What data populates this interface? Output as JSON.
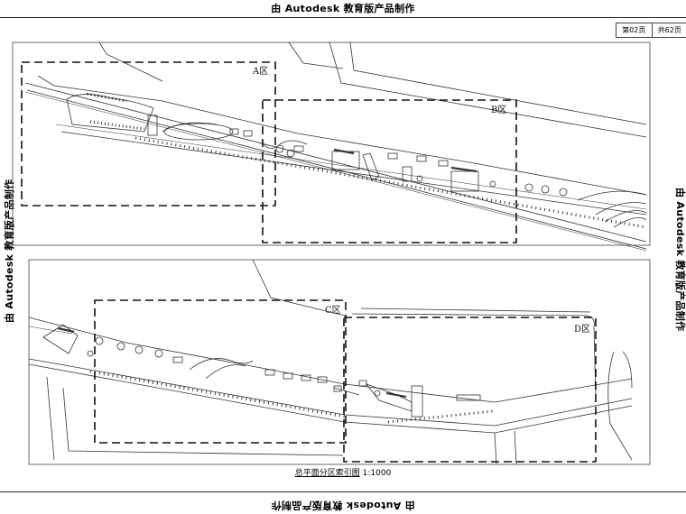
{
  "watermark": "由 Autodesk 教育版产品制作",
  "page_index": {
    "current": "第02页",
    "total": "共62页"
  },
  "zones": {
    "a": "A区",
    "b": "B区",
    "c": "C区",
    "d": "D区"
  },
  "caption": {
    "title": "总平面分区索引图",
    "scale": "1:1000"
  }
}
